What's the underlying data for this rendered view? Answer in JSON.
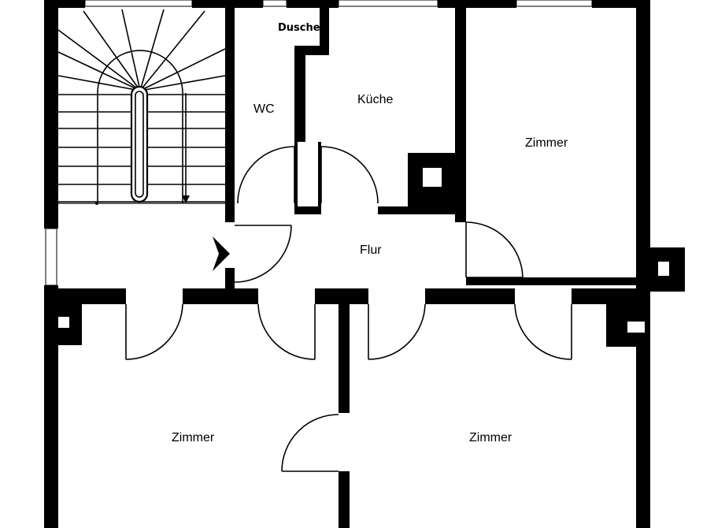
{
  "rooms": {
    "dusche": "Dusche",
    "wc": "WC",
    "kueche": "Küche",
    "zimmer_top_right": "Zimmer",
    "flur": "Flur",
    "zimmer_bottom_left": "Zimmer",
    "zimmer_bottom_right": "Zimmer"
  },
  "colors": {
    "wall": "#000000",
    "background": "#ffffff"
  },
  "icons": [
    "entrance-arrow-icon",
    "staircase-icon",
    "chimney-icon"
  ]
}
